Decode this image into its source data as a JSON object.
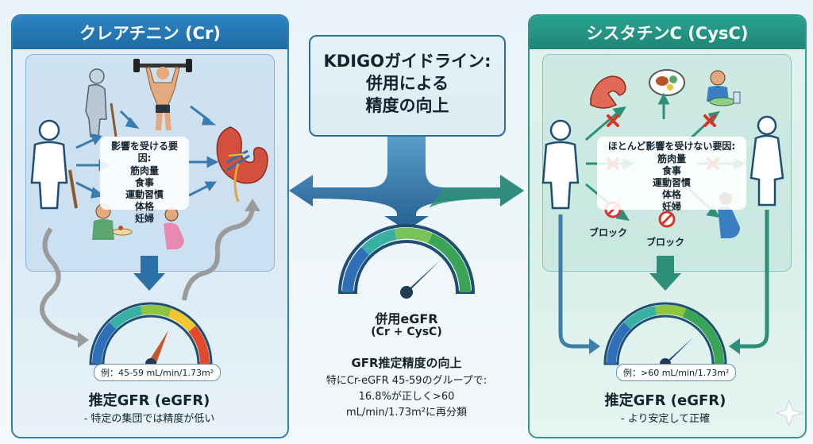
{
  "left": {
    "title": "クレアチニン (Cr)",
    "factors_title": "影響を受ける要因:",
    "factors": [
      "筋肉量",
      "食事",
      "運動習慣",
      "体格",
      "妊婦"
    ],
    "gauge_label": "例：45-59 mL/min/1.73m²",
    "result_title": "推定GFR (eGFR)",
    "result_note": "- 特定の集団では精度が低い"
  },
  "right": {
    "title": "シスタチンC (CysC)",
    "factors_title": "ほとんど影響を受けない要因:",
    "factors": [
      "筋肉量",
      "食事",
      "運動習慣",
      "体格",
      "妊婦"
    ],
    "block_label_1": "ブロック",
    "block_label_2": "ブロック",
    "gauge_label": "例：>60 mL/min/1.73m²",
    "result_title": "推定GFR (eGFR)",
    "result_note": "- より安定して正確"
  },
  "center": {
    "heading_line1": "KDIGOガイドライン:",
    "heading_line2": "併用による",
    "heading_line3": "精度の向上",
    "gauge_title": "併用eGFR",
    "gauge_subtitle": "(Cr + CysC)",
    "result_title": "GFR推定精度の向上",
    "result_line1": "特にCr-eGFR 45-59のグループで:",
    "result_line2": "16.8%が正しく>60",
    "result_line3": "mL/min/1.73m²に再分類"
  },
  "colors": {
    "left_accent": "#2f7fb8",
    "right_accent": "#2e9a8c",
    "arrow_blue": "#2a6f9e",
    "arrow_green": "#2e8f78",
    "cross_red": "#d9342b"
  }
}
